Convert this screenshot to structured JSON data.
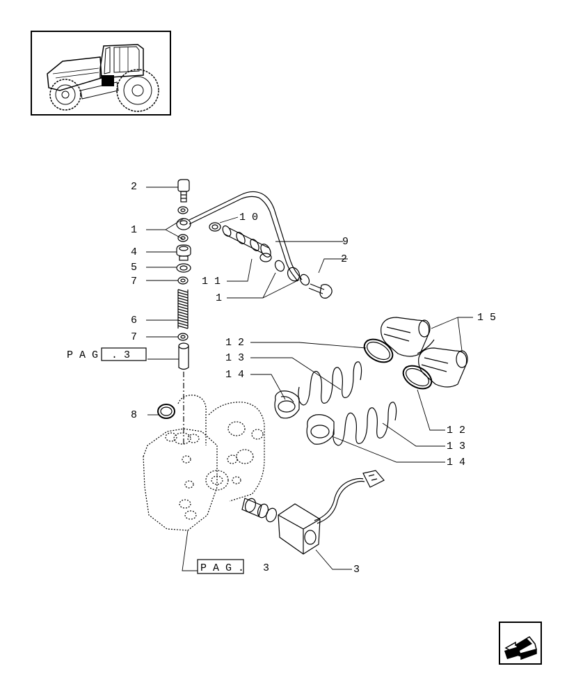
{
  "labels": {
    "l2a": "2",
    "l1a": "1",
    "l10": "1 0",
    "l9": "9",
    "l2b": "2",
    "l4": "4",
    "l5": "5",
    "l7a": "7",
    "l11": "1 1",
    "l1b": "1",
    "l6": "6",
    "l15": "1 5",
    "l7b": "7",
    "l12a": "1 2",
    "l13a": "1 3",
    "l14a": "1 4",
    "l8": "8",
    "l12b": "1 2",
    "l13b": "1 3",
    "l14b": "1 4",
    "l3": "3"
  },
  "page_refs": {
    "upper": {
      "text": "P A G",
      "box": ". 3"
    },
    "lower": {
      "box": "P A G .",
      "num": "3"
    }
  },
  "icons": {
    "thumbnail": "tractor-thumbnail-icon",
    "nav": "back-arrow-icon"
  }
}
